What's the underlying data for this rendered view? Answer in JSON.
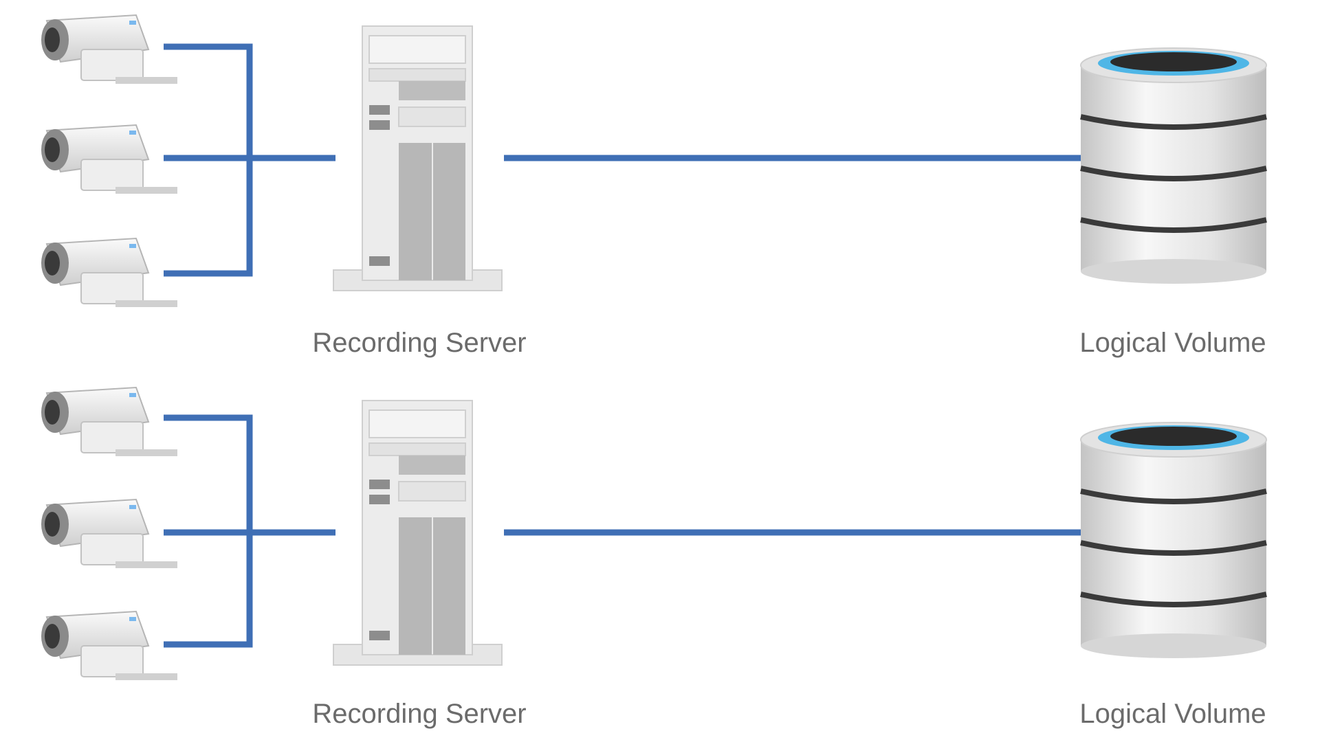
{
  "colors": {
    "link": "#3f6fb5",
    "server_body": "#ececec",
    "server_panel": "#b7b7b7",
    "disk_body": "#e3e3e3",
    "disk_ring": "#4fb6e6",
    "disk_top": "#2b2b2b",
    "label": "#6b6b6b"
  },
  "icons": {
    "camera": "security-camera-icon",
    "server": "server-tower-icon",
    "storage": "database-icon"
  },
  "groups": [
    {
      "cameras": 3,
      "server_label": "Recording Server",
      "storage_label": "Logical Volume"
    },
    {
      "cameras": 3,
      "server_label": "Recording Server",
      "storage_label": "Logical Volume"
    }
  ]
}
